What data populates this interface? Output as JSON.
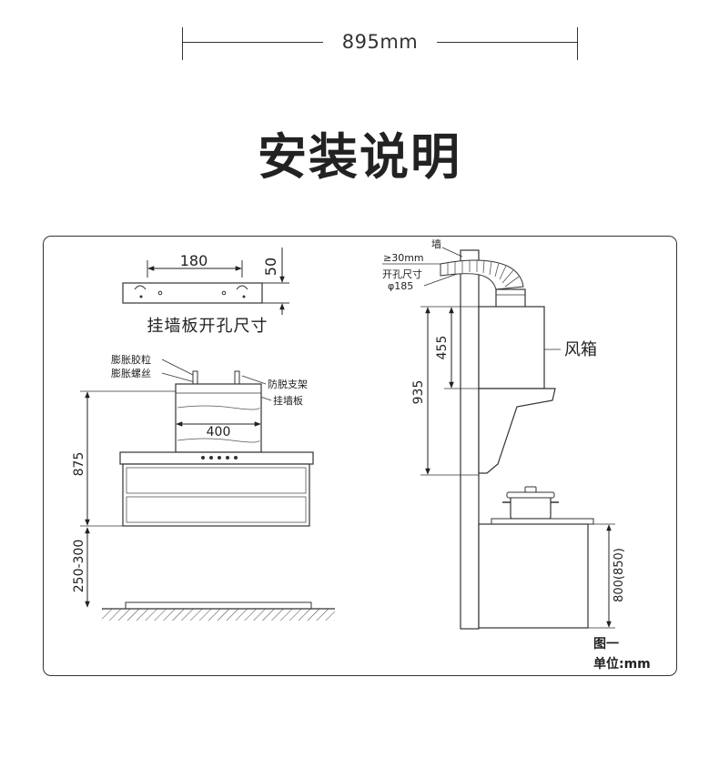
{
  "header": {
    "width_dimension": "895mm",
    "title": "安装说明"
  },
  "bracket": {
    "width_label": "180",
    "height_label": "50",
    "caption": "挂墙板开孔尺寸"
  },
  "front": {
    "callout_expansion_plug": "膨胀胶粒",
    "callout_expansion_screw": "膨胀螺丝",
    "callout_anti_drop_bracket": "防脱支架",
    "callout_wall_plate": "挂墙板",
    "chimney_width": "400",
    "hood_height": "875",
    "gap_range": "250-300"
  },
  "side": {
    "wall_label": "墙",
    "min_gap": "≥30mm",
    "hole_label": "开孔尺寸",
    "hole_diameter": "φ185",
    "fan_box_label": "风箱",
    "fan_box_height": "455",
    "total_height": "935",
    "counter_height": "800(850)"
  },
  "footer": {
    "figure_label": "图一",
    "unit_label": "单位:mm"
  }
}
